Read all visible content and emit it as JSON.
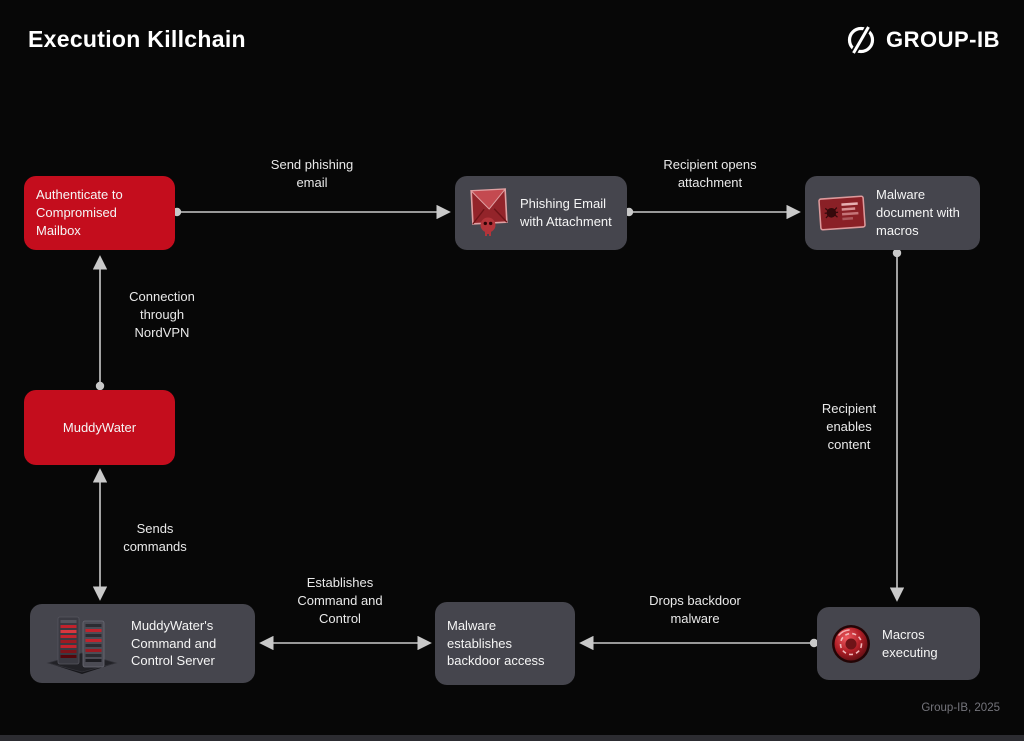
{
  "header": {
    "title": "Execution Killchain",
    "brand": "GROUP-IB"
  },
  "nodes": {
    "authenticate": {
      "label": "Authenticate to Compromised Mailbox",
      "style": "red"
    },
    "phishing_email": {
      "label": "Phishing Email with Attachment",
      "style": "gray",
      "icon": "phishing-email-icon"
    },
    "malware_document": {
      "label": "Malware document with macros",
      "style": "gray",
      "icon": "malware-document-icon"
    },
    "macros_executing": {
      "label": "Macros executing",
      "style": "gray",
      "icon": "macros-icon"
    },
    "backdoor": {
      "label": "Malware establishes backdoor access",
      "style": "gray"
    },
    "c2_server": {
      "label": "MuddyWater's Command and Control Server",
      "style": "gray",
      "icon": "server-icon"
    },
    "muddywater": {
      "label": "MuddyWater",
      "style": "red"
    }
  },
  "edges": {
    "send_phishing": {
      "label": "Send phishing email",
      "from": "authenticate",
      "to": "phishing_email"
    },
    "recipient_opens": {
      "label": "Recipient opens attachment",
      "from": "phishing_email",
      "to": "malware_document"
    },
    "recipient_enables": {
      "label": "Recipient enables content",
      "from": "malware_document",
      "to": "macros_executing"
    },
    "drops_backdoor": {
      "label": "Drops backdoor malware",
      "from": "macros_executing",
      "to": "backdoor"
    },
    "establishes_cc": {
      "label": "Establishes Command and Control",
      "from": "backdoor",
      "to": "c2_server",
      "bidirectional": true
    },
    "sends_commands": {
      "label": "Sends commands",
      "from": "muddywater",
      "to": "c2_server",
      "bidirectional": true
    },
    "connection_nordvpn": {
      "label": "Connection through NordVPN",
      "from": "muddywater",
      "to": "authenticate"
    }
  },
  "footer": {
    "credit": "Group-IB, 2025"
  },
  "colors": {
    "background": "#070707",
    "accent_red": "#c40d1d",
    "node_gray": "#45454d",
    "line": "#c9c9c9"
  }
}
